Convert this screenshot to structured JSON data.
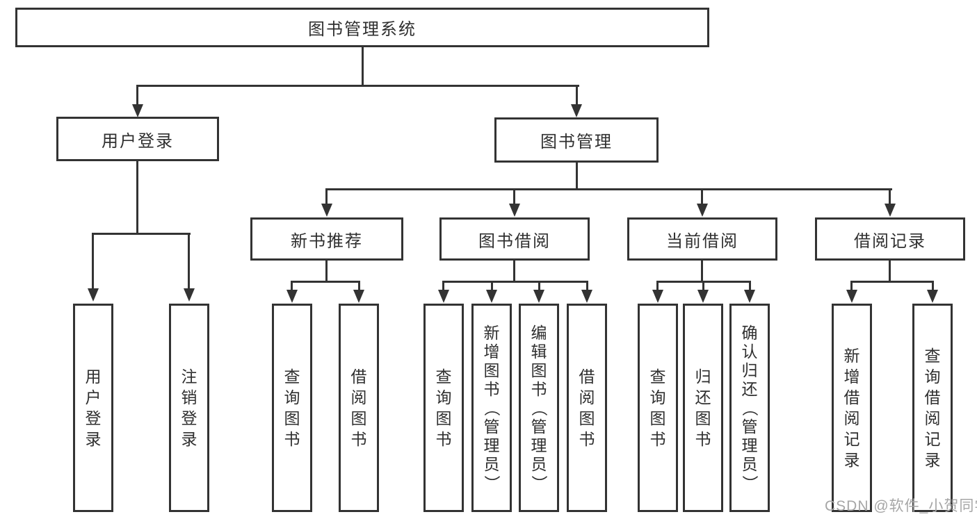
{
  "diagram": {
    "root": "图书管理系统",
    "branches": [
      {
        "label": "用户登录",
        "leaves": [
          "用户登录",
          "注销登录"
        ]
      },
      {
        "label": "图书管理",
        "groups": [
          {
            "label": "新书推荐",
            "leaves": [
              "查询图书",
              "借阅图书"
            ]
          },
          {
            "label": "图书借阅",
            "leaves": [
              "查询图书",
              "新增图书（管理员）",
              "编辑图书（管理员）",
              "借阅图书"
            ]
          },
          {
            "label": "当前借阅",
            "leaves": [
              "查询图书",
              "归还图书",
              "确认归还（管理员）"
            ]
          },
          {
            "label": "借阅记录",
            "leaves": [
              "新增借阅记录",
              "查询借阅记录"
            ]
          }
        ]
      }
    ]
  },
  "watermark": {
    "text": "CSDN @软件_小贺同学"
  },
  "colors": {
    "line": "#333333",
    "text": "#2f2f2f",
    "watermark": "#a6a6a6",
    "background": "#ffffff"
  }
}
